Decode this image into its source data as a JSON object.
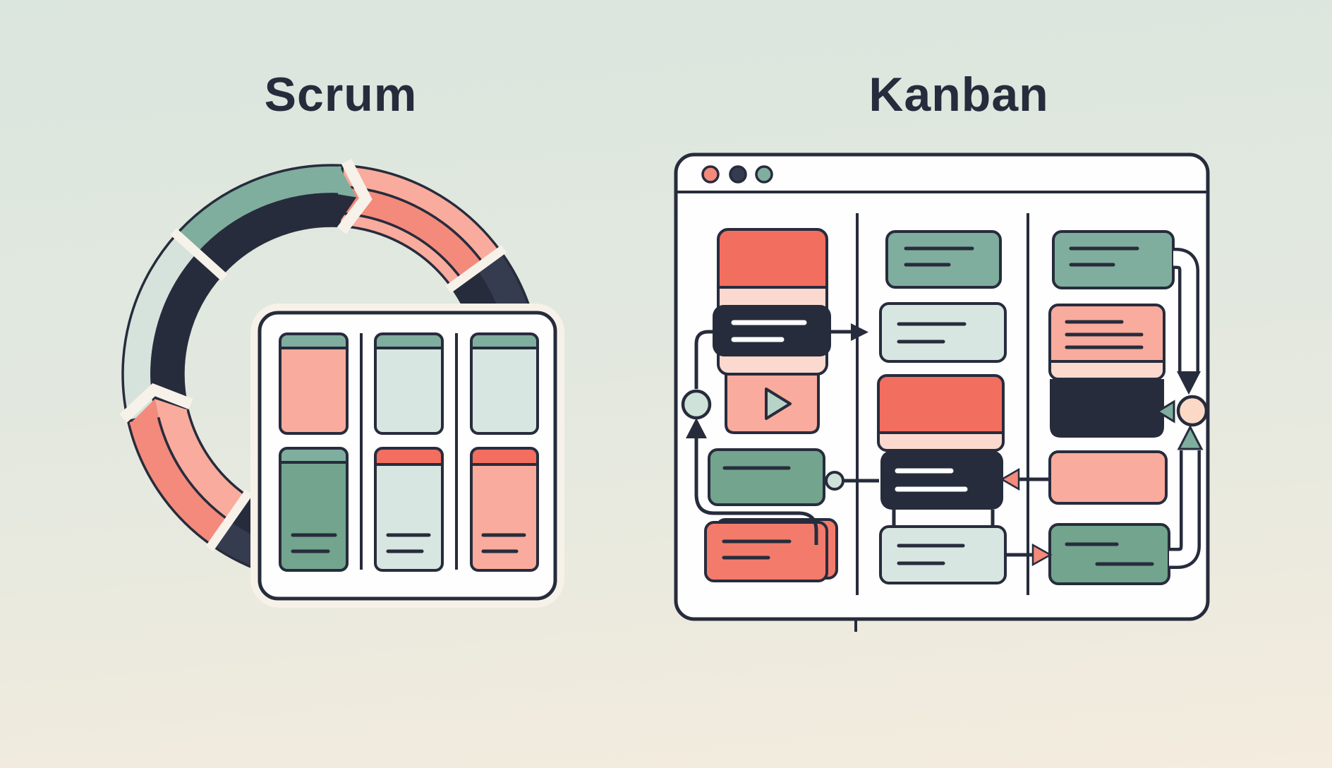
{
  "scrum": {
    "title": "Scrum",
    "cycle": {
      "description": "circular sprint loop arrow, clockwise, segmented",
      "segments": [
        {
          "name": "teal-dark-segment",
          "colors": [
            "teal",
            "ink"
          ],
          "arrow_tip": true
        },
        {
          "name": "salmon-top-segment",
          "colors": [
            "pink",
            "salmon",
            "pink"
          ],
          "arrow_tip": false
        },
        {
          "name": "dark-right-segment",
          "colors": [
            "inkSoft",
            "ink"
          ],
          "arrow_tip": false
        },
        {
          "name": "salmon-bottom-segment",
          "colors": [
            "salmon",
            "pink"
          ],
          "arrow_tip": true
        },
        {
          "name": "mint-dark-segment",
          "colors": [
            "mintPale",
            "ink"
          ],
          "arrow_tip": false
        }
      ]
    },
    "board": {
      "columns": [
        {
          "cards": [
            {
              "header": "teal",
              "body": "pink"
            },
            {
              "header": "teal",
              "body": "tealDeep",
              "text_lines": 2
            }
          ]
        },
        {
          "cards": [
            {
              "header": "teal",
              "body": "mint"
            },
            {
              "header": "coral",
              "body": "mint",
              "text_lines": 2
            }
          ]
        },
        {
          "cards": [
            {
              "header": "teal",
              "body": "mint"
            },
            {
              "header": "coral",
              "body": "pink",
              "text_lines": 2
            }
          ]
        }
      ]
    }
  },
  "kanban": {
    "title": "Kanban",
    "window": {
      "traffic_lights": [
        "salmon",
        "ink",
        "teal"
      ]
    },
    "columns": [
      {
        "cards": [
          "coral-stack with dark note card and play card",
          "teal card",
          "coral card (stacked)"
        ]
      },
      {
        "cards": [
          "teal card",
          "mint card",
          "coral stack with dark note card",
          "mint card"
        ]
      },
      {
        "cards": [
          "teal card",
          "salmon note stack with dark block",
          "salmon card",
          "teal card"
        ]
      }
    ],
    "connectors": [
      "dark arrow from col1 dark card to col2 mint card",
      "loop from col1 dark card down to mint circle, up-arrow from bottom coral card",
      "line from col1 teal card circle to col2 dark card",
      "salmon back-arrow from col3 salmon card into col2 dark card",
      "salmon forward-arrow from col2 mint card into col3 teal card",
      "thick white pipe arrows looping through peach circle on right edge"
    ]
  },
  "palette": {
    "ink": "#272c3c",
    "inkSoft": "#353c50",
    "paper": "#fefefe",
    "cream": "#f7f2e9",
    "white": "#ffffff",
    "teal": "#7fae9e",
    "tealDeep": "#72a48e",
    "tealPale": "#b7d3c7",
    "mint": "#d7e6e0",
    "mintPale": "#d6e3dc",
    "mintCircle": "#cfe2d9",
    "coral": "#f26e5f",
    "coralCard": "#f37b6c",
    "salmon": "#f38a7b",
    "pink": "#f9ab9d",
    "pinkPale": "#fcd9ce",
    "peach": "#fcd9c6",
    "bgTop": "#dbe6de",
    "bgMid": "#e2e8df",
    "bgBottom": "#f4ecde"
  }
}
